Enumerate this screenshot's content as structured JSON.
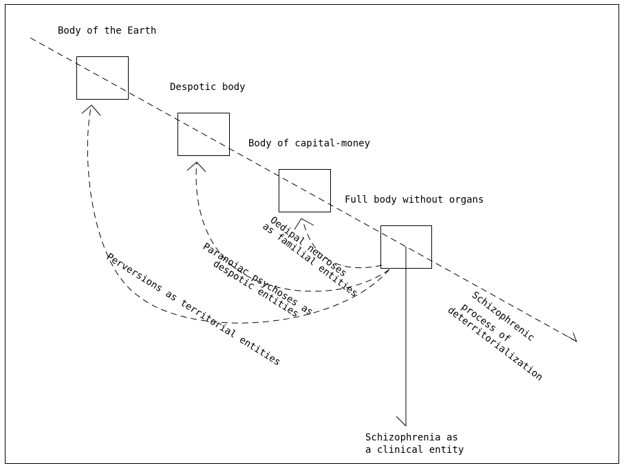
{
  "bodies": {
    "earth": "Body of the Earth",
    "despotic": "Despotic body",
    "capital": "Body of capital-money",
    "bwo": "Full body without organs"
  },
  "arcs": {
    "perversions": "Perversions as territorial entities",
    "paranoiac_1": "Paranoiac psychoses as",
    "paranoiac_2": "despotic entities",
    "oedipal_1": "Oedipal neuroses",
    "oedipal_2": "as familial entities"
  },
  "process": {
    "line1": "Schizophrenic",
    "line2": "process of",
    "line3": "deterritorialization"
  },
  "clinical": {
    "line1": "Schizophrenia as",
    "line2": "a clinical entity"
  }
}
